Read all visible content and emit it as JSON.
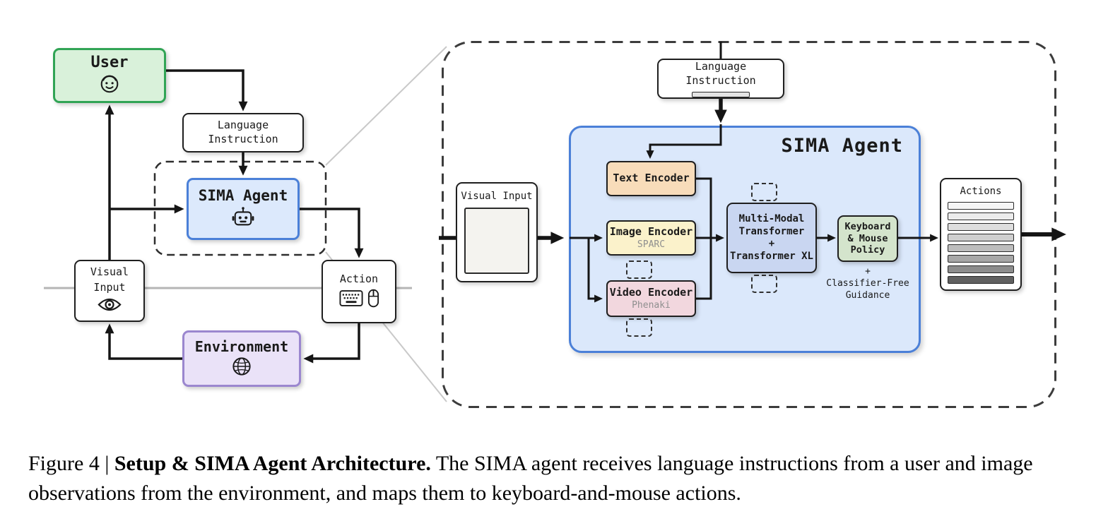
{
  "colors": {
    "user_fill": "#d9f1da",
    "user_border": "#31a455",
    "sima_fill": "#dce9fc",
    "sima_border": "#4b80d8",
    "environment_fill": "#eae2f8",
    "environment_border": "#9b87cf",
    "panel_fill": "#dbe8fb",
    "panel_border": "#4b80d8",
    "text_encoder_fill": "#f8dcba",
    "image_encoder_fill": "#fbf2cb",
    "video_encoder_fill": "#f2d7de",
    "transformer_fill": "#c9d6f1",
    "policy_fill": "#d4e4cc",
    "line_color": "#151515"
  },
  "setup": {
    "user_label": "User",
    "language_instruction_line1": "Language",
    "language_instruction_line2": "Instruction",
    "sima_agent_label": "SIMA Agent",
    "visual_input_line1": "Visual",
    "visual_input_line2": "Input",
    "action_label": "Action",
    "environment_label": "Environment"
  },
  "architecture": {
    "language_instruction_label": "Language Instruction",
    "visual_input_label": "Visual Input",
    "sima_agent_title": "SIMA Agent",
    "text_encoder_label": "Text Encoder",
    "image_encoder_label": "Image Encoder",
    "image_encoder_sublabel": "SPARC",
    "video_encoder_label": "Video Encoder",
    "video_encoder_sublabel": "Phenaki",
    "transformer_line1": "Multi-Modal",
    "transformer_line2": "Transformer",
    "transformer_line3": "+",
    "transformer_line4": "Transformer XL",
    "policy_line1": "Keyboard",
    "policy_line2": "& Mouse",
    "policy_line3": "Policy",
    "guidance_line1": "+",
    "guidance_line2": "Classifier-Free",
    "guidance_line3": "Guidance",
    "actions_label": "Actions",
    "actions_bars": [
      "#f5f5f5",
      "#ececec",
      "#dedede",
      "#cfcfcf",
      "#bdbdbd",
      "#a7a7a7",
      "#8d8d8d",
      "#606060"
    ]
  },
  "caption": {
    "prefix": "Figure 4 | ",
    "bold": "Setup & SIMA Agent Architecture.",
    "rest": " The SIMA agent receives language instructions from a user and image observations from the environment, and maps them to keyboard-and-mouse actions."
  }
}
